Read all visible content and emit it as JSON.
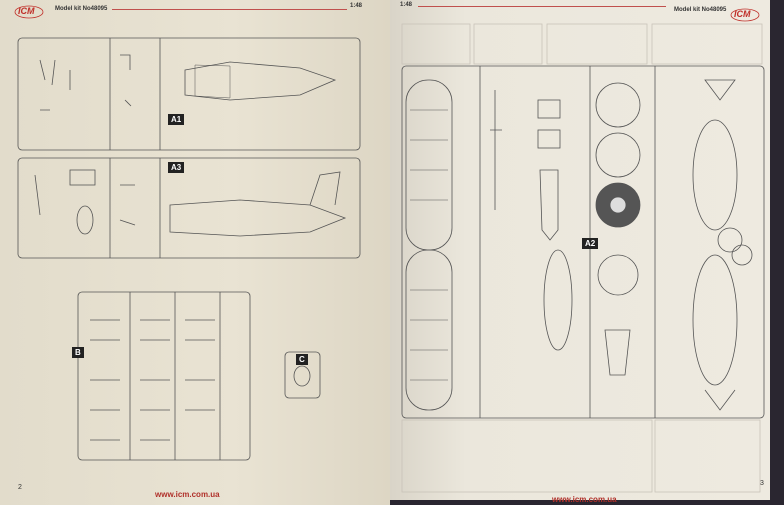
{
  "left_page": {
    "brand": "ICM",
    "model_kit": "Model kit No48095",
    "scale": "1:48",
    "page_number": "2",
    "url": "www.icm.com.ua",
    "sprues": [
      {
        "label": "A1"
      },
      {
        "label": "A3"
      },
      {
        "label": "B"
      },
      {
        "label": "C"
      }
    ]
  },
  "right_page": {
    "brand": "ICM",
    "model_kit": "Model kit No48095",
    "scale": "1:48",
    "page_number": "3",
    "url": "www.icm.com.ua",
    "sprues": [
      {
        "label": "A2"
      }
    ]
  }
}
